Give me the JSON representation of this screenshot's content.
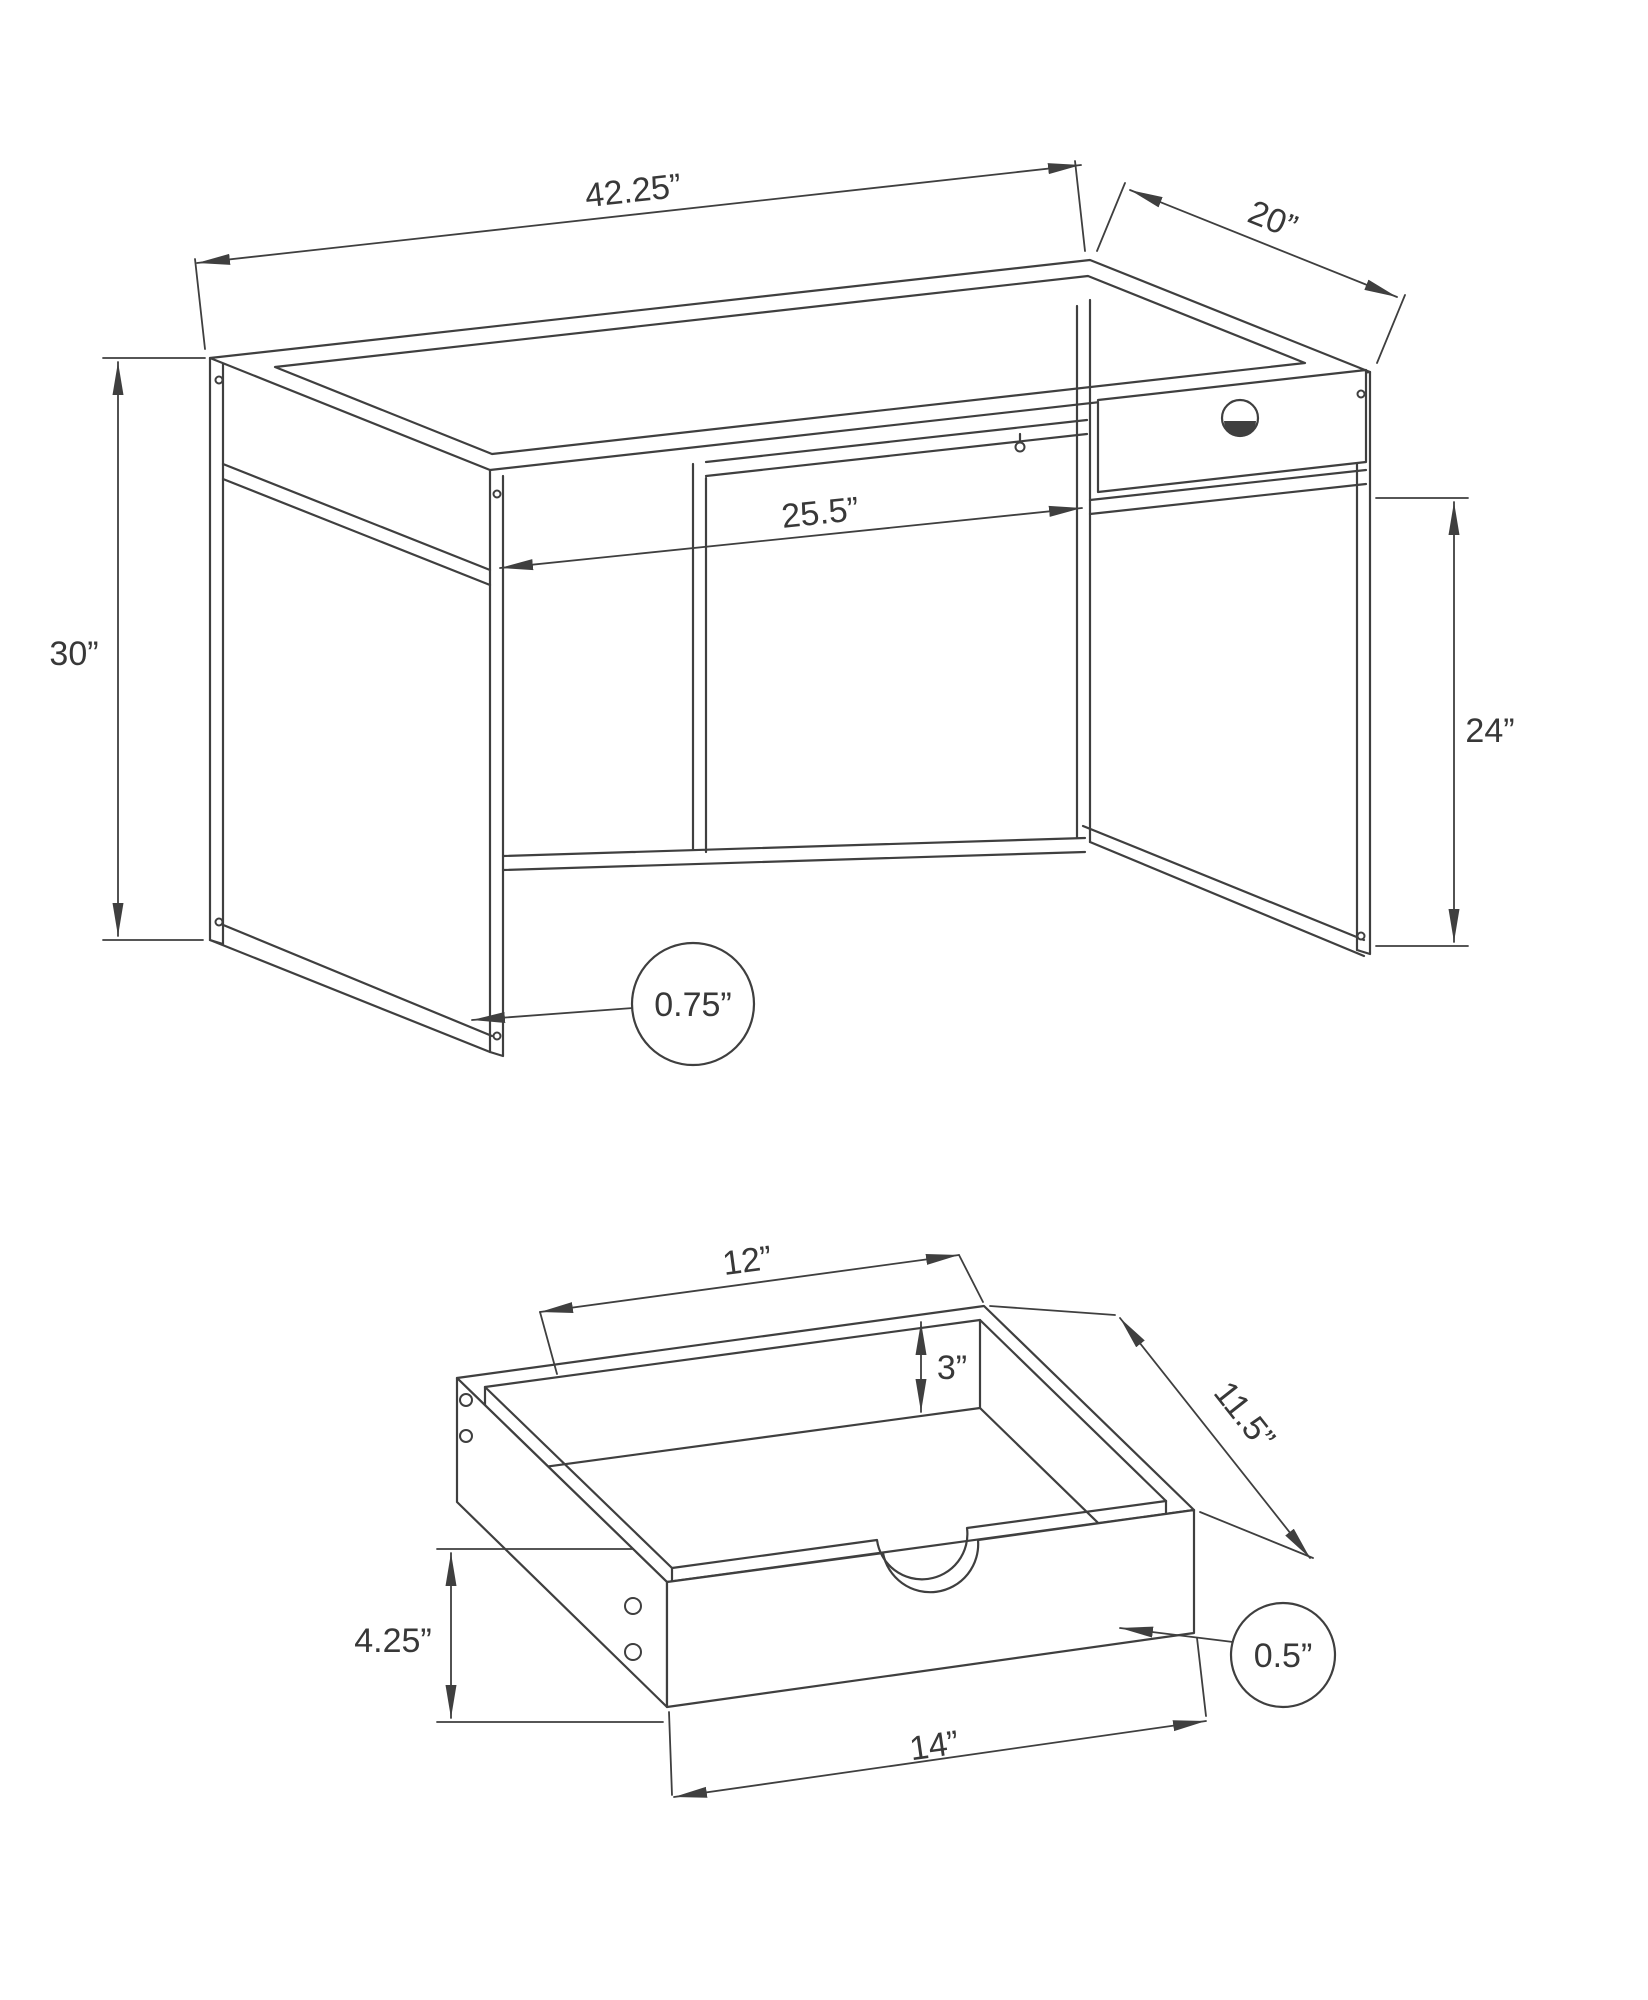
{
  "drawing": {
    "line_color": "#3f3f3f",
    "text_color": "#383838",
    "background": "#ffffff"
  },
  "desk_view": {
    "dims": {
      "top_width": "42.25”",
      "top_depth": "20”",
      "overall_height": "30”",
      "opening_width": "25.5”",
      "clearance_height": "24”",
      "frame_thickness": "0.75”"
    }
  },
  "drawer_view": {
    "dims": {
      "inner_width": "12”",
      "inner_depth": "3”",
      "diagonal_depth": "11.5”",
      "front_height": "4.25”",
      "panel_thickness": "0.5”",
      "outer_width": "14”"
    }
  }
}
